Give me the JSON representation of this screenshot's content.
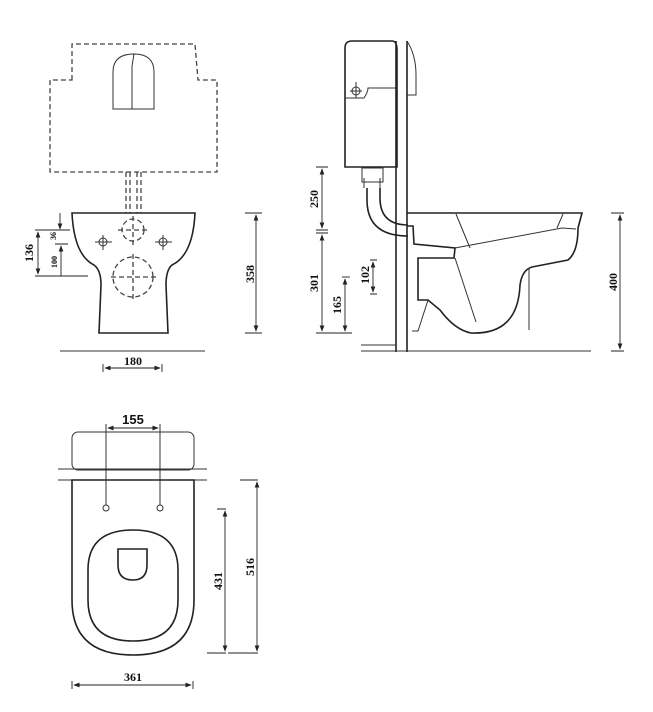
{
  "front_view": {
    "dimensions": {
      "height_total": "358",
      "inlet_offset": "136",
      "top_offset": "36",
      "hole_spacing_vertical": "100",
      "base_width": "180"
    }
  },
  "side_view": {
    "dimensions": {
      "cistern_to_bowl": "250",
      "bowl_height_from_floor": "301",
      "outlet_height": "165",
      "outlet_diameter": "102",
      "total_height": "400"
    }
  },
  "top_view": {
    "dimensions": {
      "bolt_spacing": "155",
      "bolt_to_front": "431",
      "total_length": "516",
      "width": "361"
    }
  }
}
